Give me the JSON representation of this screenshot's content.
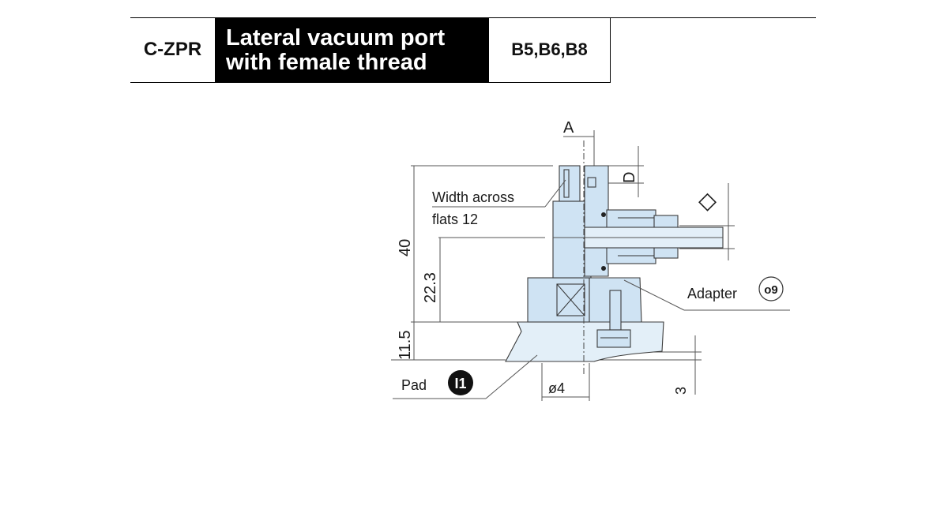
{
  "header": {
    "code": "C-ZPR",
    "title_line1": "Lateral vacuum port",
    "title_line2": "with female thread",
    "tag": "B5,B6,B8"
  },
  "drawing": {
    "dim_a": "A",
    "dim_d": "D",
    "dim_diamond": "◇",
    "width_label_line1": "Width across",
    "width_label_line2": "flats 12",
    "dim_40": "40",
    "dim_22_3": "22.3",
    "dim_11_5": "11.5",
    "adapter_label": "Adapter",
    "adapter_code": "o9",
    "pad_label": "Pad",
    "pad_code": "I1",
    "dim_dia4": "ø4",
    "dim_3": "3"
  }
}
